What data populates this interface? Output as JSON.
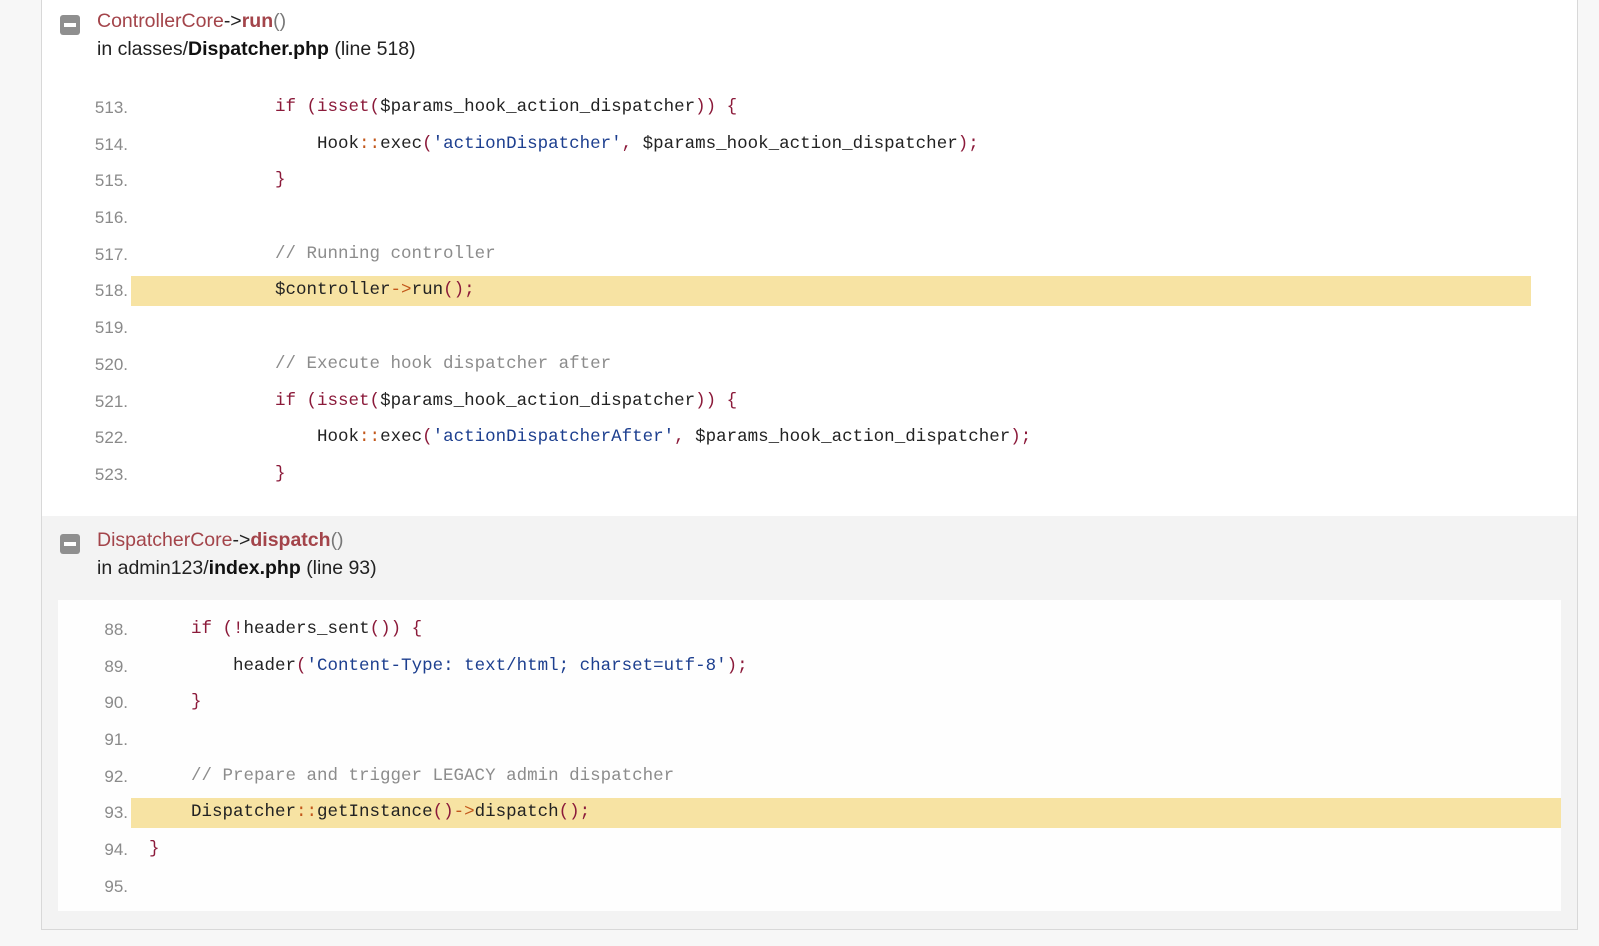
{
  "frames": [
    {
      "class_name": "ControllerCore",
      "arrow": "->",
      "method": "run",
      "parens": "()",
      "location_prefix": "in classes/",
      "file": "Dispatcher.php",
      "line_text": "(line 518)",
      "highlight_line": "518.",
      "lines": [
        {
          "num": "513.",
          "tokens": [
            [
              "d",
              "            "
            ],
            [
              "kw",
              "if "
            ],
            [
              "p",
              "(isset("
            ],
            [
              "d",
              "$params_hook_action_dispatcher"
            ],
            [
              "p",
              ")) {"
            ]
          ]
        },
        {
          "num": "514.",
          "tokens": [
            [
              "d",
              "                Hook"
            ],
            [
              "op",
              "::"
            ],
            [
              "d",
              "exec"
            ],
            [
              "p",
              "("
            ],
            [
              "s",
              "'actionDispatcher'"
            ],
            [
              "p",
              ", "
            ],
            [
              "d",
              "$params_hook_action_dispatcher"
            ],
            [
              "p",
              ");"
            ]
          ]
        },
        {
          "num": "515.",
          "tokens": [
            [
              "d",
              "            "
            ],
            [
              "p",
              "}"
            ]
          ]
        },
        {
          "num": "516.",
          "tokens": []
        },
        {
          "num": "517.",
          "tokens": [
            [
              "d",
              "            "
            ],
            [
              "c",
              "// Running controller"
            ]
          ]
        },
        {
          "num": "518.",
          "tokens": [
            [
              "d",
              "            $controller"
            ],
            [
              "op",
              "->"
            ],
            [
              "d",
              "run"
            ],
            [
              "p",
              "();"
            ]
          ]
        },
        {
          "num": "519.",
          "tokens": []
        },
        {
          "num": "520.",
          "tokens": [
            [
              "d",
              "            "
            ],
            [
              "c",
              "// Execute hook dispatcher after"
            ]
          ]
        },
        {
          "num": "521.",
          "tokens": [
            [
              "d",
              "            "
            ],
            [
              "kw",
              "if "
            ],
            [
              "p",
              "(isset("
            ],
            [
              "d",
              "$params_hook_action_dispatcher"
            ],
            [
              "p",
              ")) {"
            ]
          ]
        },
        {
          "num": "522.",
          "tokens": [
            [
              "d",
              "                Hook"
            ],
            [
              "op",
              "::"
            ],
            [
              "d",
              "exec"
            ],
            [
              "p",
              "("
            ],
            [
              "s",
              "'actionDispatcherAfter'"
            ],
            [
              "p",
              ", "
            ],
            [
              "d",
              "$params_hook_action_dispatcher"
            ],
            [
              "p",
              ");"
            ]
          ]
        },
        {
          "num": "523.",
          "tokens": [
            [
              "d",
              "            "
            ],
            [
              "p",
              "}"
            ]
          ]
        }
      ]
    },
    {
      "class_name": "DispatcherCore",
      "arrow": "->",
      "method": "dispatch",
      "parens": "()",
      "location_prefix": "in admin123/",
      "file": "index.php",
      "line_text": "(line 93)",
      "highlight_line": "93.",
      "lines": [
        {
          "num": "88.",
          "tokens": [
            [
              "d",
              "    "
            ],
            [
              "kw",
              "if "
            ],
            [
              "p",
              "(!"
            ],
            [
              "d",
              "headers_sent"
            ],
            [
              "p",
              "()) {"
            ]
          ]
        },
        {
          "num": "89.",
          "tokens": [
            [
              "d",
              "        header"
            ],
            [
              "p",
              "("
            ],
            [
              "s",
              "'Content-Type: text/html; charset=utf-8'"
            ],
            [
              "p",
              ");"
            ]
          ]
        },
        {
          "num": "90.",
          "tokens": [
            [
              "d",
              "    "
            ],
            [
              "p",
              "}"
            ]
          ]
        },
        {
          "num": "91.",
          "tokens": []
        },
        {
          "num": "92.",
          "tokens": [
            [
              "d",
              "    "
            ],
            [
              "c",
              "// Prepare and trigger LEGACY admin dispatcher"
            ]
          ]
        },
        {
          "num": "93.",
          "tokens": [
            [
              "d",
              "    Dispatcher"
            ],
            [
              "op",
              "::"
            ],
            [
              "d",
              "getInstance"
            ],
            [
              "p",
              "()"
            ],
            [
              "op",
              "->"
            ],
            [
              "d",
              "dispatch"
            ],
            [
              "p",
              "();"
            ]
          ]
        },
        {
          "num": "94.",
          "tokens": [
            [
              "p",
              "}"
            ]
          ]
        },
        {
          "num": "95.",
          "tokens": []
        }
      ]
    }
  ],
  "colors": {
    "highlight": "#f7e3a3",
    "class": "#a3444a",
    "keyword": "#8b1a3a",
    "string": "#1d3f8f",
    "comment": "#8c8c8c"
  }
}
